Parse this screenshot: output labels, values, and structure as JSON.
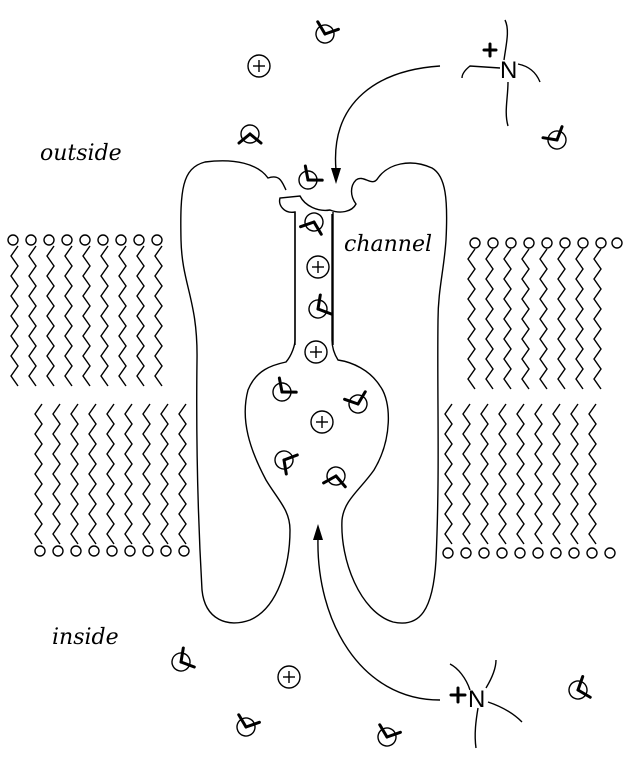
{
  "labels": {
    "outside": "outside",
    "inside": "inside",
    "channel": "channel"
  },
  "ions": {
    "cation_symbol": "N",
    "plus": "+"
  },
  "colors": {
    "line": "#000000",
    "background": "#ffffff"
  },
  "icons": [
    "water-molecule-icon",
    "cation-icon",
    "organic-cation-icon"
  ]
}
